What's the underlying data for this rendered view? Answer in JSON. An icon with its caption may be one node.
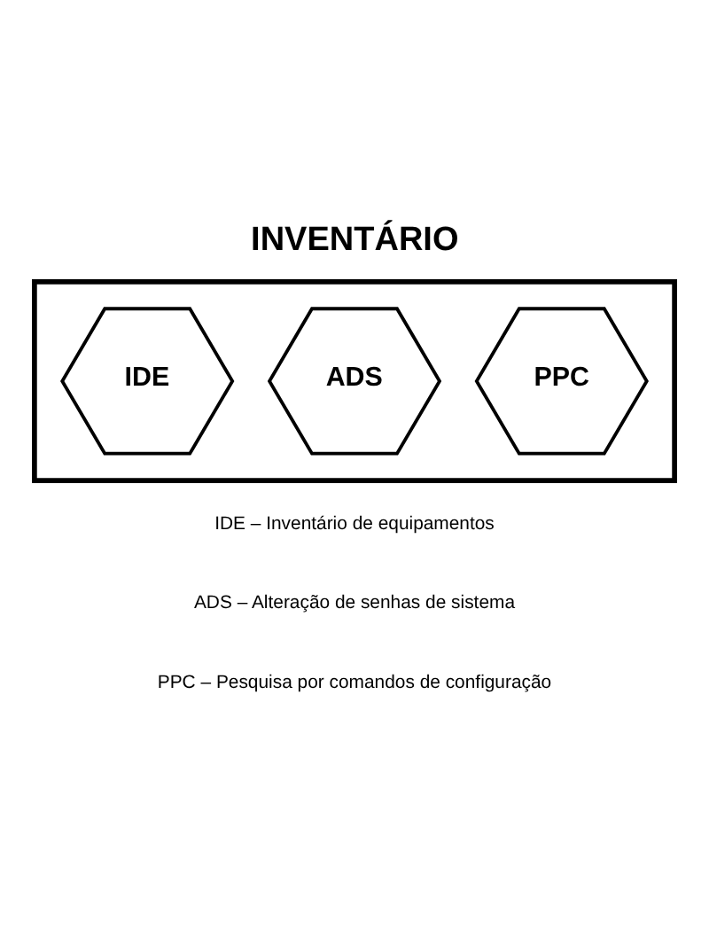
{
  "diagram": {
    "title": "INVENTÁRIO",
    "nodes": [
      {
        "text": [],
        "shape": "hexagon"
      },
      {
        "text": [
          "IDE"
        ],
        "in": 0
      },
      {
        "text": [
          "ADS"
        ],
        "in": 0
      },
      {
        "text": [
          "PPC"
        ],
        "in": 0
      }
    ],
    "edges": [],
    "labels": [
      "IDE – Inventário de equipamentos",
      "ADS – Alteração de senhas de sistema",
      "PPC – Pesquisa por comandos de configuração"
    ]
  }
}
